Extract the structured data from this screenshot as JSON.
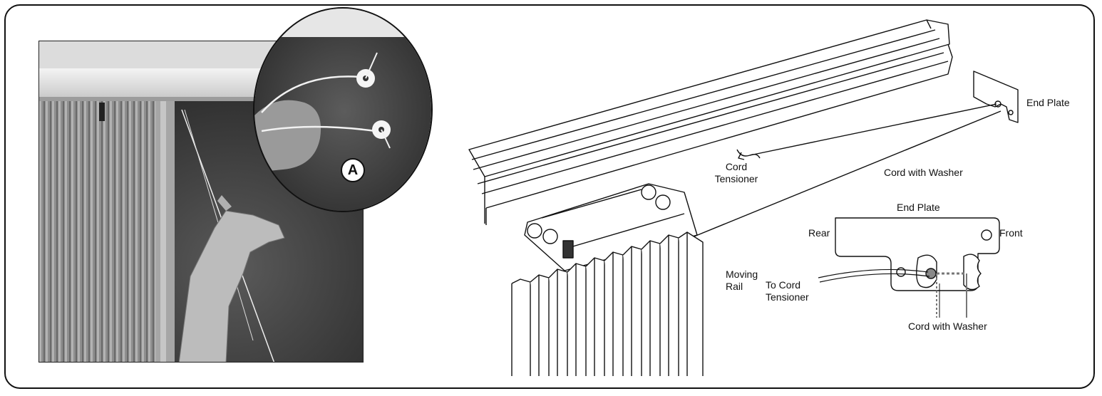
{
  "photo": {
    "badge": "A",
    "colors": {
      "sky": "#2e2e2e",
      "fabric": "#9a9a9a",
      "rail": "#e6e6e6",
      "skin": "#b8b8b8"
    }
  },
  "diagram": {
    "labels": {
      "end_plate_top": "End Plate",
      "cord_tensioner": "Cord Tensioner",
      "cord_with_washer_top": "Cord with Washer",
      "end_plate_detail": "End Plate",
      "rear": "Rear",
      "front": "Front",
      "moving_rail": "Moving Rail",
      "to_cord_tensioner": "To Cord Tensioner",
      "cord_with_washer_bottom": "Cord with Washer"
    }
  }
}
